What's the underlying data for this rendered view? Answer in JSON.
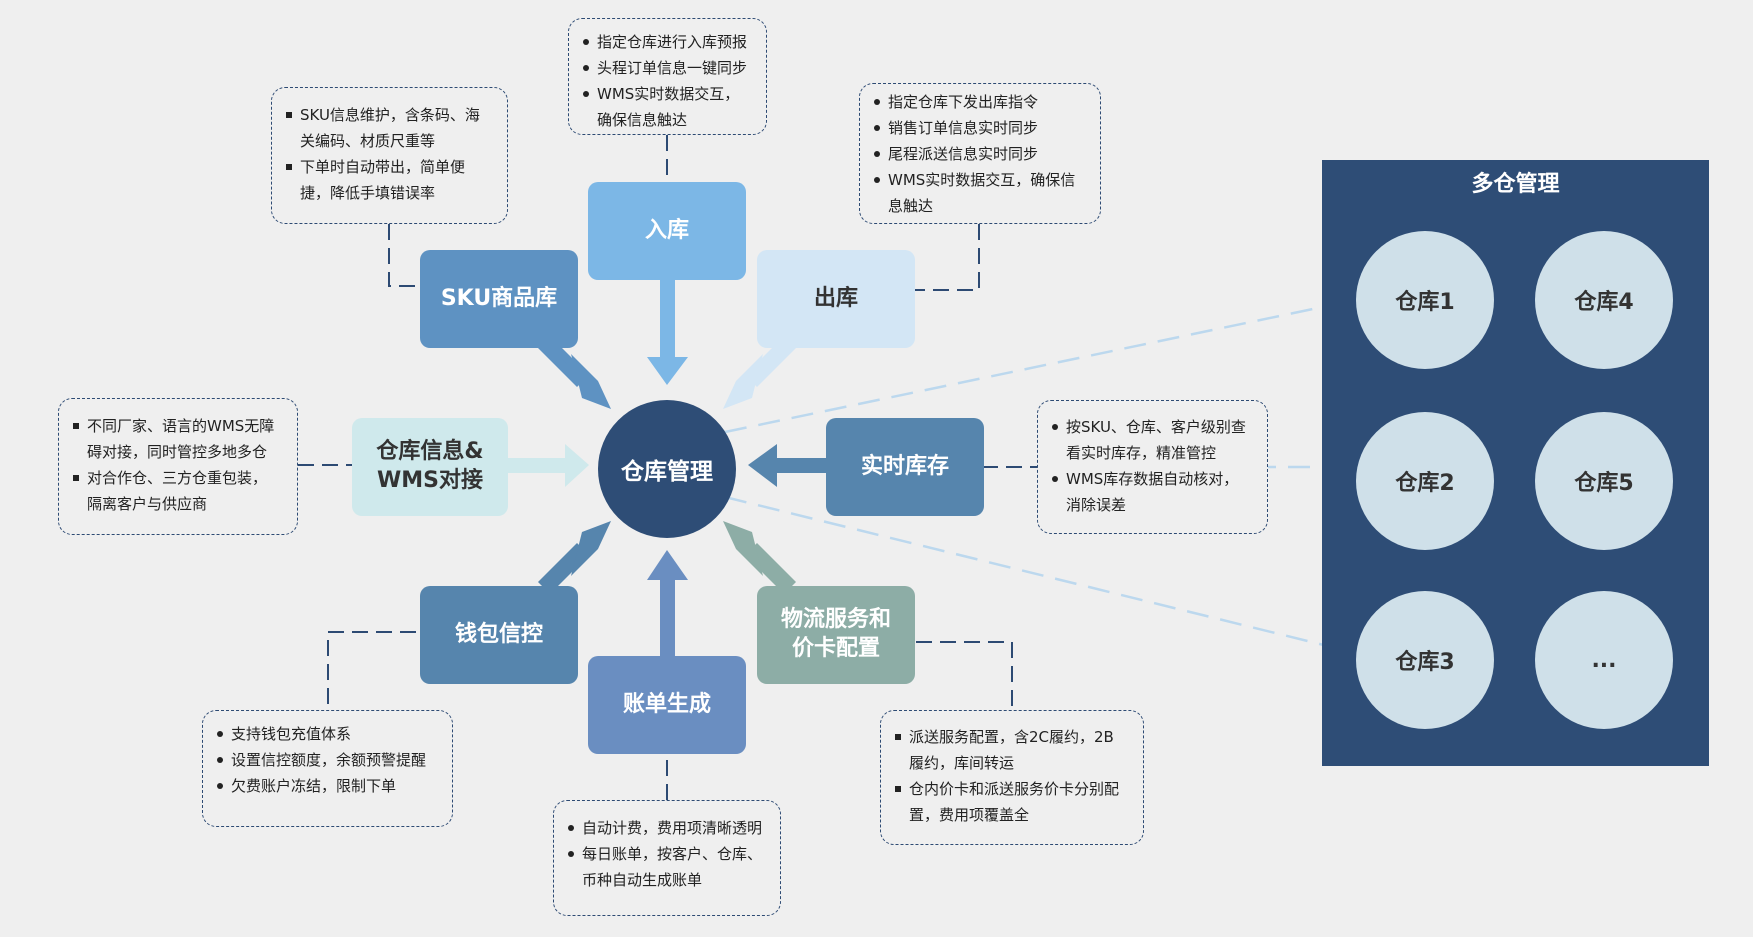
{
  "center": {
    "label": "仓库管理"
  },
  "nodes": {
    "inbound": {
      "label": "入库",
      "color": "#7cb7e6"
    },
    "sku": {
      "label": "SKU商品库",
      "color": "#5e92c2"
    },
    "outbound": {
      "label": "出库",
      "color": "#d3e6f5"
    },
    "wms": {
      "label": "仓库信息&\nWMS对接",
      "color": "#cfe9ec"
    },
    "inventory": {
      "label": "实时库存",
      "color": "#5685ad"
    },
    "wallet": {
      "label": "钱包信控",
      "color": "#5685ad"
    },
    "billing": {
      "label": "账单生成",
      "color": "#6a8ec1"
    },
    "logistics": {
      "label": "物流服务和\n价卡配置",
      "color": "#8dada6"
    }
  },
  "boxes": {
    "inbound": [
      "指定仓库进行入库预报",
      "头程订单信息一键同步",
      "WMS实时数据交互，\n确保信息触达"
    ],
    "sku": [
      "SKU信息维护，含条码、海\n关编码、材质尺重等",
      "下单时自动带出，简单便\n捷，降低手填错误率"
    ],
    "outbound": [
      "指定仓库下发出库指令",
      "销售订单信息实时同步",
      "尾程派送信息实时同步",
      "WMS实时数据交互，确保信\n息触达"
    ],
    "wms": [
      "不同厂家、语言的WMS无障\n碍对接，同时管控多地多仓",
      "对合作仓、三方仓重包装，\n隔离客户与供应商"
    ],
    "inventory": [
      "按SKU、仓库、客户级别查\n看实时库存，精准管控",
      "WMS库存数据自动核对，\n消除误差"
    ],
    "wallet": [
      "支持钱包充值体系",
      "设置信控额度，余额预警提醒",
      "欠费账户冻结，限制下单"
    ],
    "billing": [
      "自动计费，费用项清晰透明",
      "每日账单，按客户、仓库、\n币种自动生成账单"
    ],
    "logistics": [
      "派送服务配置，含2C履约，2B\n履约，库间转运",
      "仓内价卡和派送服务价卡分别配\n置，费用项覆盖全"
    ]
  },
  "panel": {
    "title": "多仓管理",
    "warehouses": [
      "仓库1",
      "仓库4",
      "仓库2",
      "仓库5",
      "仓库3",
      "..."
    ]
  }
}
